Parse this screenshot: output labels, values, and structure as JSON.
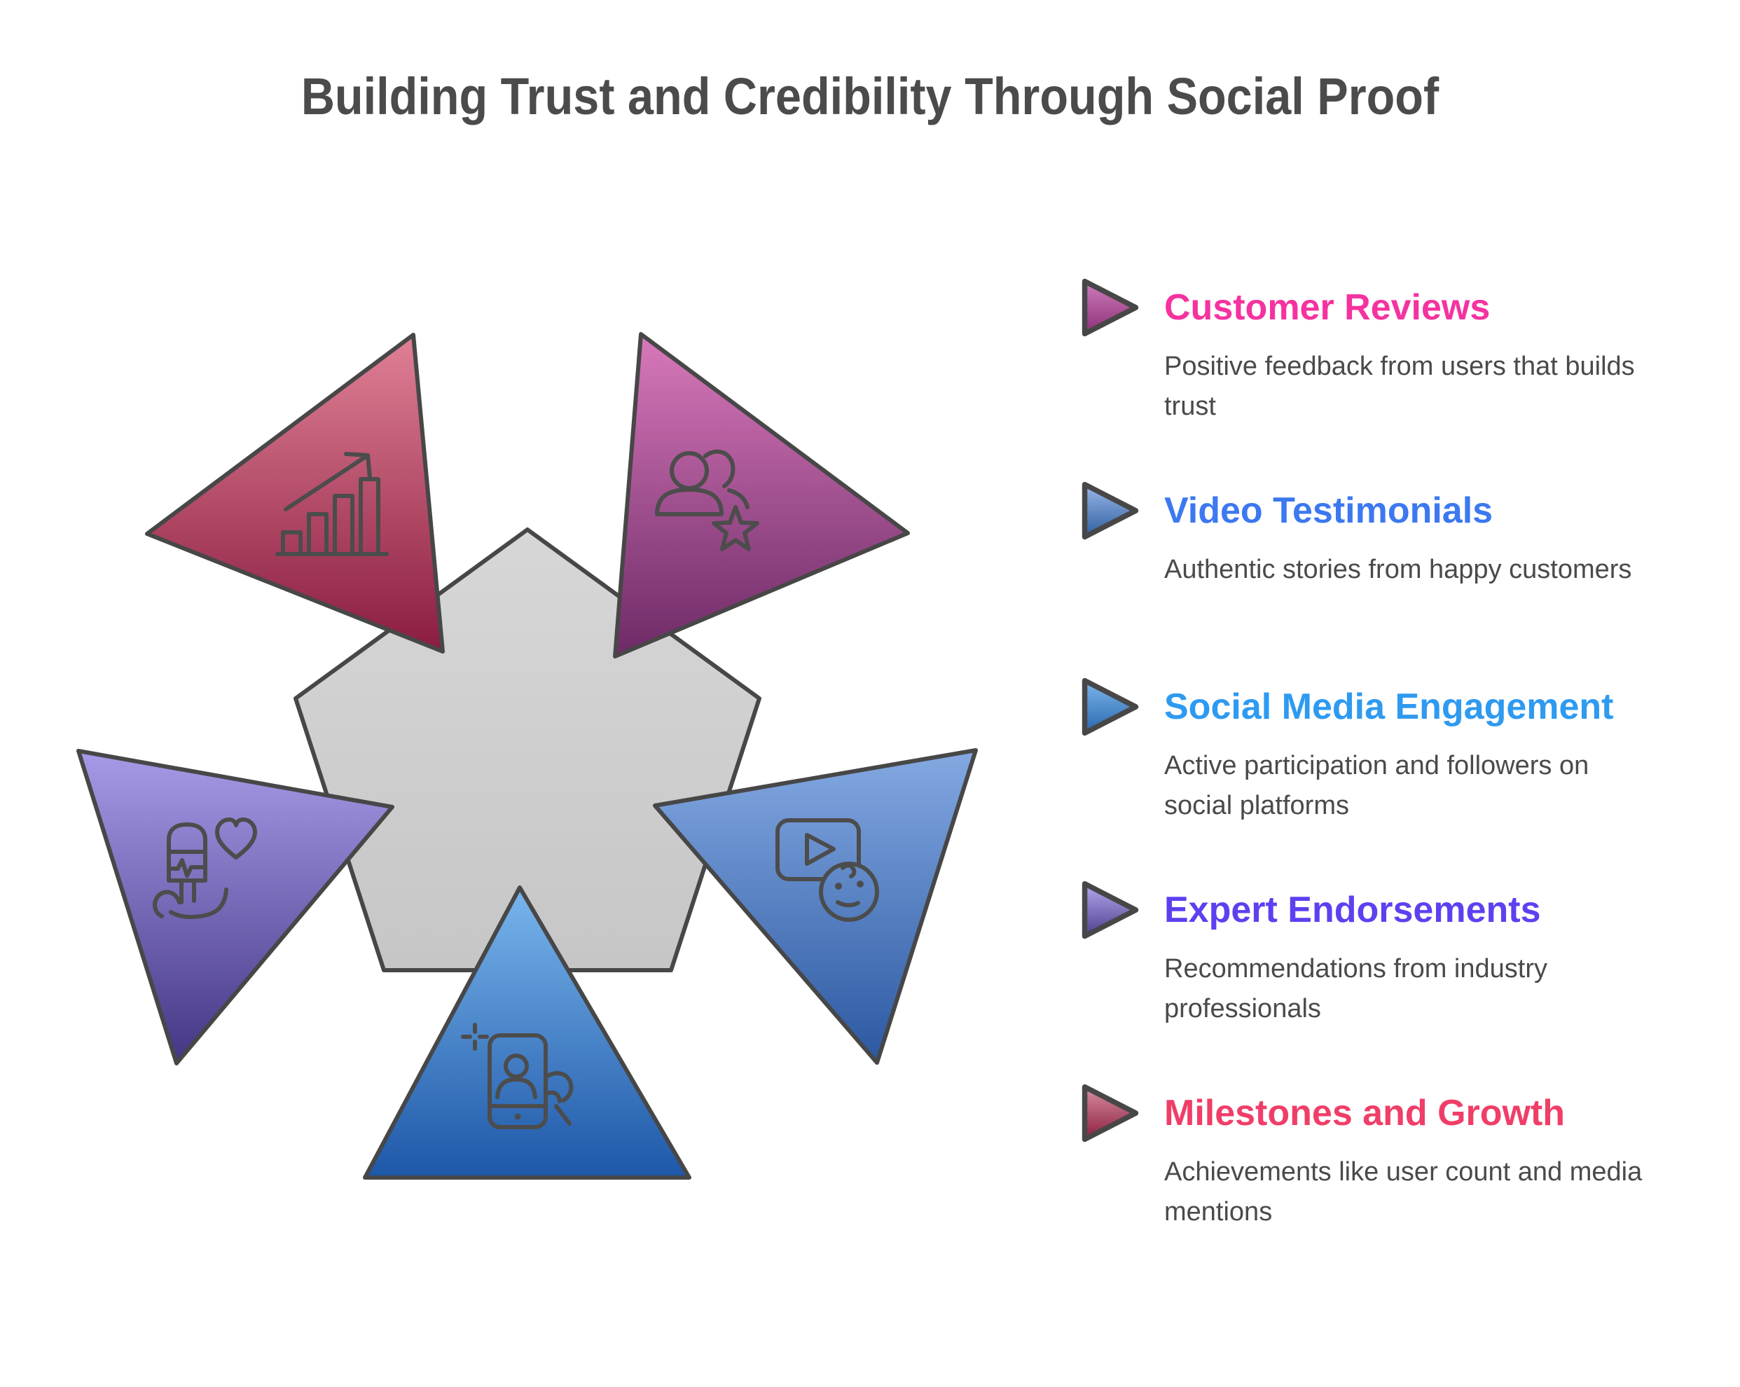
{
  "title": "Building Trust and Credibility Through Social Proof",
  "title_color": "#4b4b4b",
  "text_color": "#4a4a4a",
  "diagram": {
    "outline": "#474747",
    "icon_stroke": "#4c4c4c",
    "pentagon": {
      "fill_from": "#d7d7d7",
      "fill_to": "#c6c6c6"
    },
    "triangles": [
      {
        "label": "Milestones and Growth",
        "icon": "growth-chart-icon",
        "from": "#e08196",
        "to": "#8a1c3f"
      },
      {
        "label": "Customer Reviews",
        "icon": "users-star-icon",
        "from": "#d879bb",
        "to": "#6d2a66"
      },
      {
        "label": "Video Testimonials",
        "icon": "video-smiley-icon",
        "from": "#84a9e2",
        "to": "#2b58a1"
      },
      {
        "label": "Social Media Engagement",
        "icon": "phone-selfie-icon",
        "from": "#79b5ec",
        "to": "#1d57a8"
      },
      {
        "label": "Expert Endorsements",
        "icon": "mic-heart-icon",
        "from": "#a79ae7",
        "to": "#443684"
      }
    ]
  },
  "legend": {
    "items": [
      {
        "heading": "Customer Reviews",
        "description": "Positive feedback from users that builds trust",
        "heading_color": "#f5329f",
        "marker_from": "#cf7cbc",
        "marker_to": "#8c3078"
      },
      {
        "heading": "Video Testimonials",
        "description": "Authentic stories from happy customers",
        "heading_color": "#3c78f0",
        "marker_from": "#9ab7ea",
        "marker_to": "#2f5f9f"
      },
      {
        "heading": "Social Media Engagement",
        "description": "Active participation and followers on social platforms",
        "heading_color": "#2e9af0",
        "marker_from": "#7db6ec",
        "marker_to": "#2767ae"
      },
      {
        "heading": "Expert Endorsements",
        "description": "Recommendations from industry professionals",
        "heading_color": "#5e40f0",
        "marker_from": "#b4a8ee",
        "marker_to": "#4f3f90"
      },
      {
        "heading": "Milestones and Growth",
        "description": "Achievements like user count and media mentions",
        "heading_color": "#ef3e68",
        "marker_from": "#d88da1",
        "marker_to": "#8c2040"
      }
    ]
  }
}
